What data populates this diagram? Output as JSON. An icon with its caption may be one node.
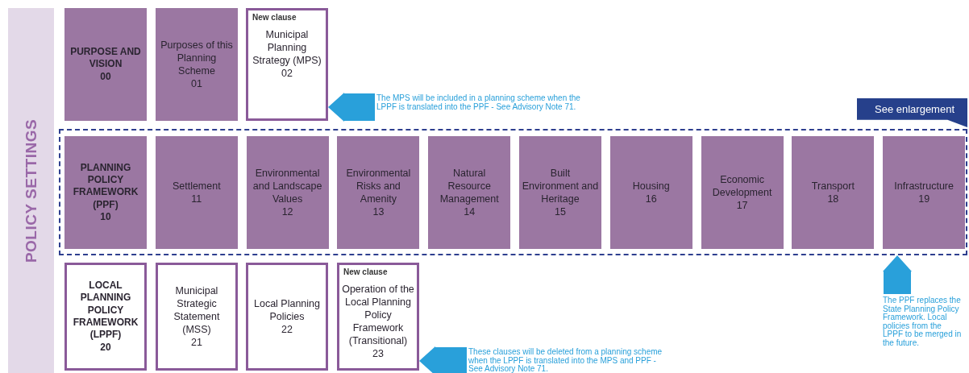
{
  "diagram": {
    "nodes": [
      {
        "text": [
          "POLICY SETTINGS"
        ]
      },
      {
        "text": [
          "PURPOSE AND VISION",
          "00"
        ]
      },
      {
        "text": [
          "Purposes of this Planning Scheme",
          "01"
        ]
      },
      {
        "text": [
          "New clause",
          "Municipal Planning Strategy (MPS)",
          "02"
        ]
      },
      {
        "text": [
          "The MPS will be included in a planning scheme when the LPPF is translated into the PPF - See Advisory Note 71."
        ]
      },
      {
        "text": [
          "See enlargement"
        ]
      },
      {
        "text": [],
        "shape": "box"
      },
      {
        "text": [
          "PLANNING POLICY FRAMEWORK (PPF)",
          "10"
        ],
        "in": 6
      },
      {
        "text": [
          "Settlement",
          "11"
        ],
        "in": 6
      },
      {
        "text": [
          "Environmental and Landscape Values",
          "12"
        ],
        "in": 6
      },
      {
        "text": [
          "Environmental Risks and Amenity",
          "13"
        ],
        "in": 6
      },
      {
        "text": [
          "Natural Resource Management",
          "14"
        ],
        "in": 6
      },
      {
        "text": [
          "Built Environment and Heritage",
          "15"
        ],
        "in": 6
      },
      {
        "text": [
          "Housing",
          "16"
        ],
        "in": 6
      },
      {
        "text": [
          "Economic Development",
          "17"
        ],
        "in": 6
      },
      {
        "text": [
          "Transport",
          "18"
        ],
        "in": 6
      },
      {
        "text": [
          "Infrastructure",
          "19"
        ],
        "in": 6
      },
      {
        "text": [
          "LOCAL PLANNING POLICY FRAMEWORK (LPPF)",
          "20"
        ]
      },
      {
        "text": [
          "Municipal Strategic Statement (MSS)",
          "21"
        ]
      },
      {
        "text": [
          "Local Planning Policies",
          "22"
        ]
      },
      {
        "text": [
          "New clause",
          "Operation of the Local Planning Policy Framework (Transitional)",
          "23"
        ]
      },
      {
        "text": [
          "These clauses will be deleted from a planning scheme when the LPPF is translated into the MPS and PPF - See Advisory Note 71."
        ]
      },
      {
        "text": [
          "The PPF replaces the State Planning Policy Framework. Local policies from the LPPF to be merged in the future."
        ]
      }
    ],
    "edges": [
      {
        "from": 4,
        "to": 3,
        "arrow": "to"
      },
      {
        "from": 21,
        "to": 20,
        "arrow": "to"
      },
      {
        "from": 22,
        "to": 6,
        "arrow": "to"
      }
    ]
  }
}
